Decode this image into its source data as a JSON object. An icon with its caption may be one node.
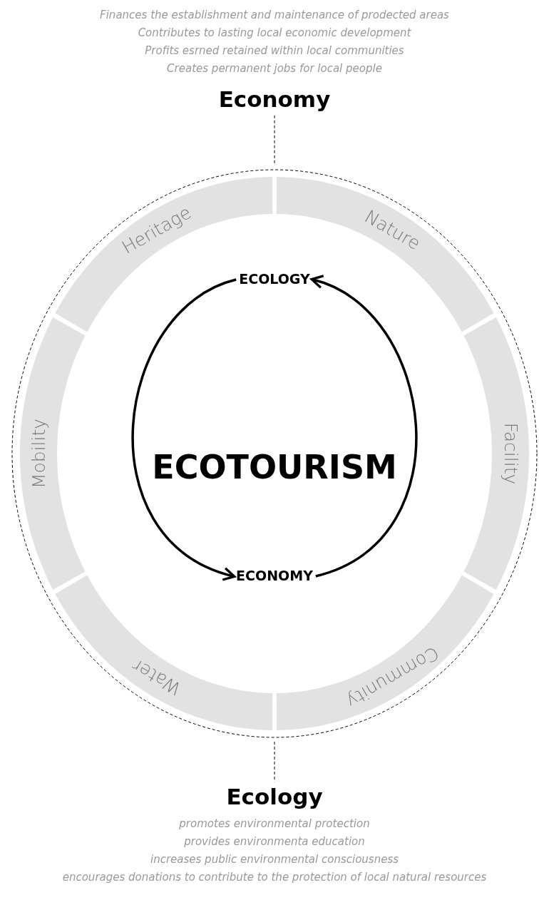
{
  "diagram": {
    "nodes": [
      {
        "text": [
          "Economy"
        ],
        "beside": [
          "Finances the establishment and maintenance of prodected areas",
          "Contributes to lasting local economic development",
          "Profits esrned retained within local communities",
          "Creates permanent jobs for local people"
        ]
      },
      {
        "text": [],
        "shape": "circle"
      },
      {
        "text": [
          "Heritage"
        ],
        "in": 1
      },
      {
        "text": [
          "Nature"
        ],
        "in": 1
      },
      {
        "text": [
          "Facility"
        ],
        "in": 1
      },
      {
        "text": [
          "Community"
        ],
        "in": 1
      },
      {
        "text": [
          "Water"
        ],
        "in": 1
      },
      {
        "text": [
          "Mobility"
        ],
        "in": 1
      },
      {
        "text": [
          "ECOLOGY"
        ],
        "in": 1
      },
      {
        "text": [
          "ECOTOURISM"
        ],
        "in": 1
      },
      {
        "text": [
          "ECONOMY"
        ],
        "in": 1
      },
      {
        "text": [
          "Ecology"
        ],
        "beside": [
          "promotes environmental protection",
          "provides environmenta education",
          "increases public environmental consciousness",
          "encourages donations to contribute to the protection of local natural resources"
        ]
      }
    ],
    "edges": [
      {
        "from": 0,
        "to": 1,
        "arrow": "none",
        "style": "dashed"
      },
      {
        "from": 1,
        "to": 11,
        "arrow": "none",
        "style": "dashed"
      },
      {
        "from": 8,
        "to": 10,
        "arrow": "to",
        "style": "thick"
      },
      {
        "from": 10,
        "to": 8,
        "arrow": "to",
        "style": "thick"
      }
    ]
  }
}
